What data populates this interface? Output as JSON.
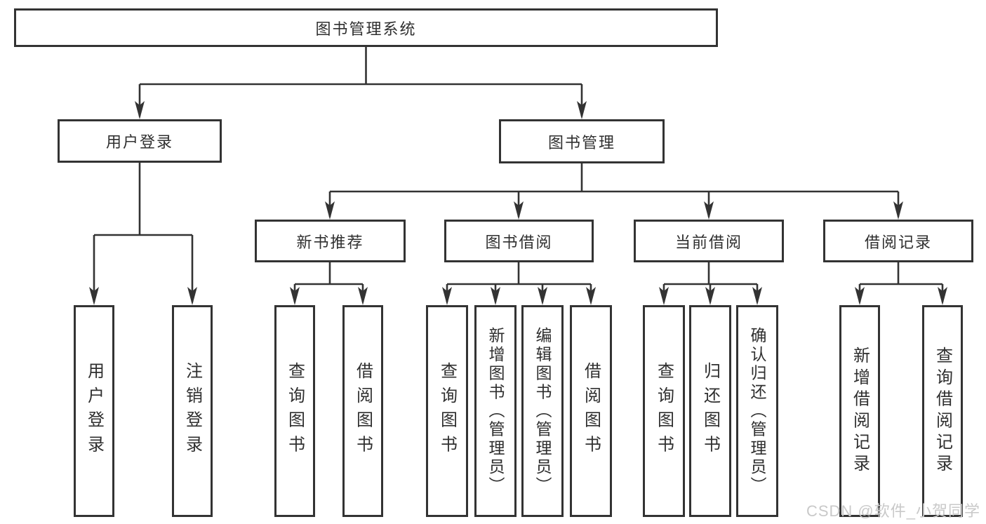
{
  "diagram": {
    "root": "图书管理系统",
    "branches": [
      {
        "label": "用户登录",
        "children": [
          {
            "label": "用户登录"
          },
          {
            "label": "注销登录"
          }
        ]
      },
      {
        "label": "图书管理",
        "children": [
          {
            "label": "新书推荐",
            "children": [
              {
                "label": "查询图书"
              },
              {
                "label": "借阅图书"
              }
            ]
          },
          {
            "label": "图书借阅",
            "children": [
              {
                "label": "查询图书"
              },
              {
                "label": "新增图书（管理员）"
              },
              {
                "label": "编辑图书（管理员）"
              },
              {
                "label": "借阅图书"
              }
            ]
          },
          {
            "label": "当前借阅",
            "children": [
              {
                "label": "查询图书"
              },
              {
                "label": "归还图书"
              },
              {
                "label": "确认归还（管理员）"
              }
            ]
          },
          {
            "label": "借阅记录",
            "children": [
              {
                "label": "新增借阅记录"
              },
              {
                "label": "查询借阅记录"
              }
            ]
          }
        ]
      }
    ],
    "watermark": "CSDN @软件_小贺同学",
    "colors": {
      "line": "#333333",
      "border": "#333333",
      "text": "#2f2f2f",
      "watermark": "#c9c9c9",
      "background": "#ffffff"
    }
  }
}
